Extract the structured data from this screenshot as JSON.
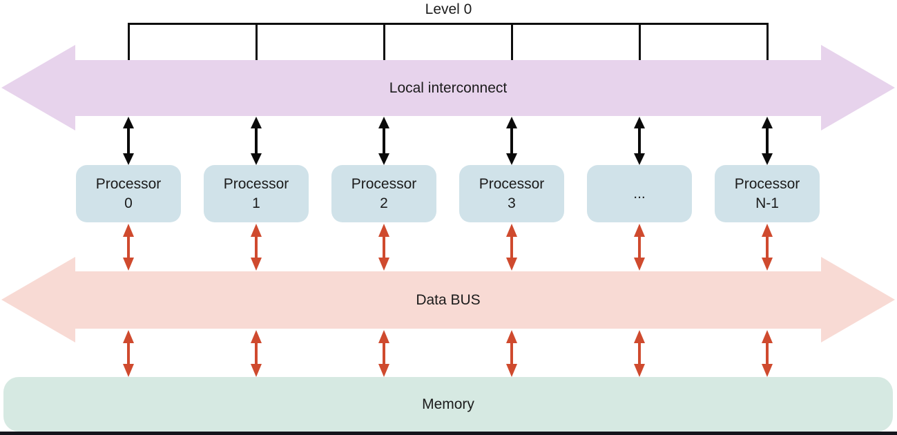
{
  "diagram": {
    "level_label": "Level 0",
    "interconnect_label": "Local interconnect",
    "bus_label": "Data BUS",
    "memory_label": "Memory",
    "processors": [
      {
        "line1": "Processor",
        "line2": "0"
      },
      {
        "line1": "Processor",
        "line2": "1"
      },
      {
        "line1": "Processor",
        "line2": "2"
      },
      {
        "line1": "Processor",
        "line2": "3"
      },
      {
        "line1": "...",
        "line2": ""
      },
      {
        "line1": "Processor",
        "line2": "N-1"
      }
    ],
    "colors": {
      "interconnect_fill": "#e7d3ec",
      "bus_fill": "#f8dad4",
      "processor_fill": "#d0e2e9",
      "memory_fill": "#d6e9e2",
      "red_arrow": "#cf4a2e",
      "black_arrow": "#0a0a0a",
      "bracket_line": "#0c0c0c",
      "bottom_bar": "#15151c",
      "text": "#1b1b1b"
    }
  }
}
